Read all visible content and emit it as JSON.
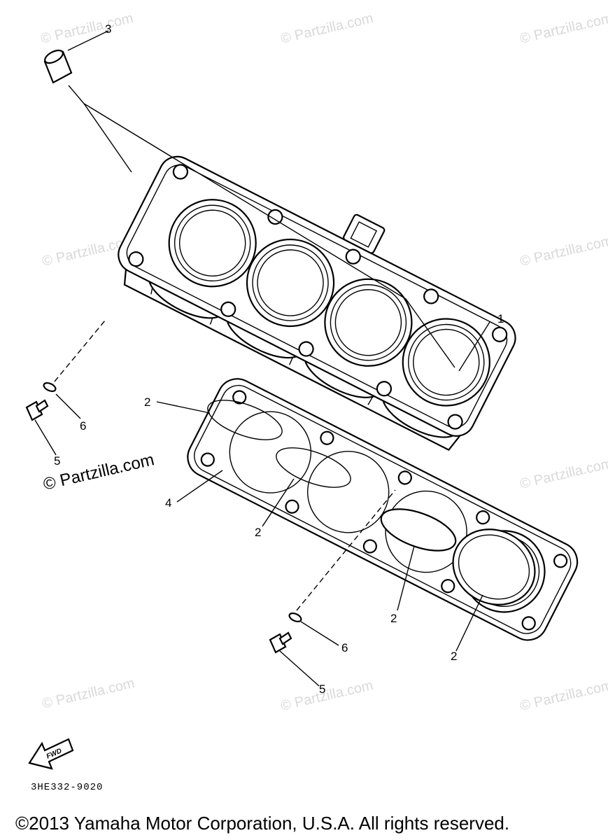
{
  "watermark": "© Partzilla.com",
  "callouts": {
    "c1": "1",
    "c2": "2",
    "c3": "3",
    "c4": "4",
    "c5": "5",
    "c6": "6"
  },
  "fwd_label": "FWD",
  "diagram_code": "3HE332-9020",
  "copyright": "©2013 Yamaha Motor Corporation, U.S.A. All rights reserved."
}
